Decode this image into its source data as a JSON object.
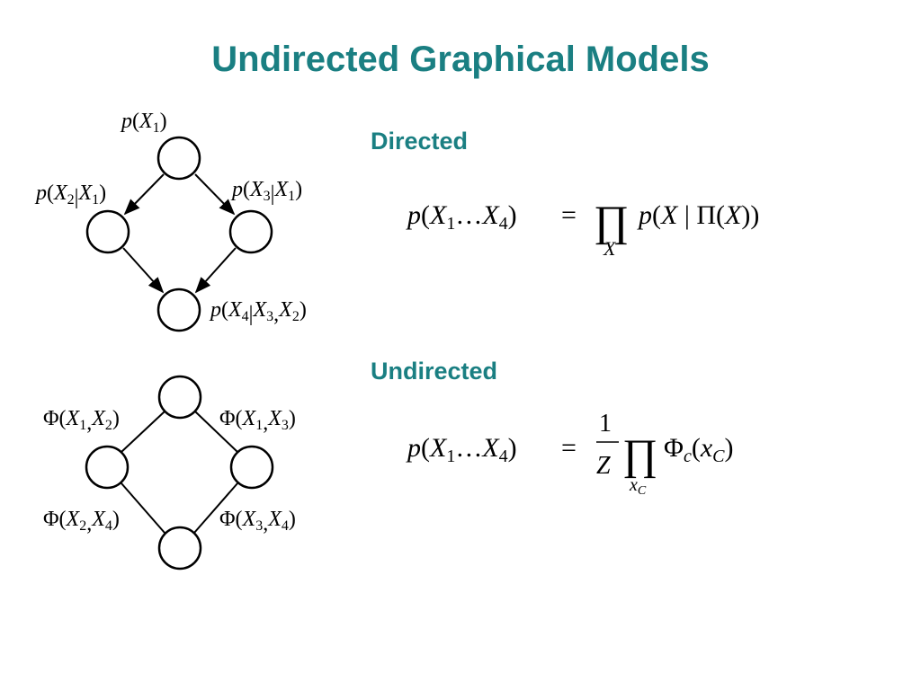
{
  "slide": {
    "title": "Undirected Graphical Models"
  },
  "sections": {
    "directed": {
      "heading": "Directed"
    },
    "undirected": {
      "heading": "Undirected"
    }
  },
  "directed_graph": {
    "nodes": [
      "X1",
      "X2",
      "X3",
      "X4"
    ],
    "edges": [
      [
        "X1",
        "X2"
      ],
      [
        "X1",
        "X3"
      ],
      [
        "X2",
        "X4"
      ],
      [
        "X3",
        "X4"
      ]
    ],
    "labels": {
      "x1": {
        "fn": "p",
        "args": [
          {
            "v": "X",
            "s": "1"
          }
        ],
        "sep": []
      },
      "x2": {
        "fn": "p",
        "args": [
          {
            "v": "X",
            "s": "2"
          },
          {
            "v": "X",
            "s": "1"
          }
        ],
        "sep": [
          "|"
        ]
      },
      "x3": {
        "fn": "p",
        "args": [
          {
            "v": "X",
            "s": "3"
          },
          {
            "v": "X",
            "s": "1"
          }
        ],
        "sep": [
          "|"
        ]
      },
      "x4": {
        "fn": "p",
        "args": [
          {
            "v": "X",
            "s": "4"
          },
          {
            "v": "X",
            "s": "3"
          },
          {
            "v": "X",
            "s": "2"
          }
        ],
        "sep": [
          "|",
          ","
        ]
      }
    }
  },
  "undirected_graph": {
    "nodes": [
      "X1",
      "X2",
      "X3",
      "X4"
    ],
    "edges": [
      [
        "X1",
        "X2"
      ],
      [
        "X1",
        "X3"
      ],
      [
        "X2",
        "X4"
      ],
      [
        "X3",
        "X4"
      ]
    ],
    "labels": {
      "e12": {
        "fn": "Φ",
        "args": [
          {
            "v": "X",
            "s": "1"
          },
          {
            "v": "X",
            "s": "2"
          }
        ],
        "sep": [
          ","
        ]
      },
      "e13": {
        "fn": "Φ",
        "args": [
          {
            "v": "X",
            "s": "1"
          },
          {
            "v": "X",
            "s": "3"
          }
        ],
        "sep": [
          ","
        ]
      },
      "e24": {
        "fn": "Φ",
        "args": [
          {
            "v": "X",
            "s": "2"
          },
          {
            "v": "X",
            "s": "4"
          }
        ],
        "sep": [
          ","
        ]
      },
      "e34": {
        "fn": "Φ",
        "args": [
          {
            "v": "X",
            "s": "3"
          },
          {
            "v": "X",
            "s": "4"
          }
        ],
        "sep": [
          ","
        ]
      }
    }
  },
  "formulas": {
    "directed": {
      "lhs_fn": "p",
      "lhs_first": {
        "v": "X",
        "s": "1"
      },
      "lhs_dots": "…",
      "lhs_last": {
        "v": "X",
        "s": "4"
      },
      "eq": "=",
      "prod": "∏",
      "prod_sub": "X",
      "rhs_fn": "p",
      "rhs_var": "X",
      "rhs_bar": "|",
      "rhs_inner_fn": "Π",
      "rhs_inner_var": "X"
    },
    "undirected": {
      "lhs_fn": "p",
      "lhs_first": {
        "v": "X",
        "s": "1"
      },
      "lhs_dots": "…",
      "lhs_last": {
        "v": "X",
        "s": "4"
      },
      "eq": "=",
      "frac_num": "1",
      "frac_den": "Z",
      "prod": "∏",
      "prod_sub_var": "x",
      "prod_sub_sub": "C",
      "rhs_fn": "Φ",
      "rhs_fn_sub": "c",
      "rhs_var": "x",
      "rhs_var_sub": "C"
    }
  }
}
